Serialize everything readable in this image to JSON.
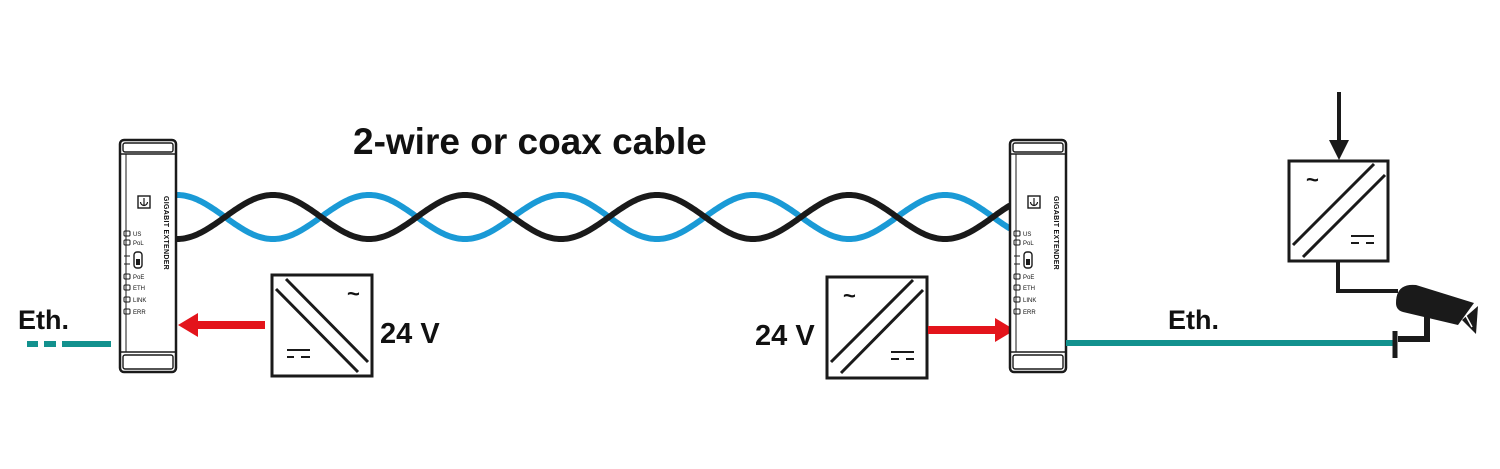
{
  "title": "2-wire or coax cable",
  "eth_left": "Eth.",
  "eth_right": "Eth.",
  "voltage_left": "24 V",
  "voltage_right": "24 V",
  "psu_ac_symbol": "~",
  "device": {
    "name": "GIGABIT EXTENDER",
    "indicators": [
      "US",
      "PoL",
      "PoE",
      "ETH",
      "LINK",
      "ERR"
    ]
  },
  "colors": {
    "ethernet": "#12918e",
    "power_arrow": "#e3141b",
    "wire_blue": "#1a9ad6",
    "wire_black": "#1a1a1a"
  }
}
